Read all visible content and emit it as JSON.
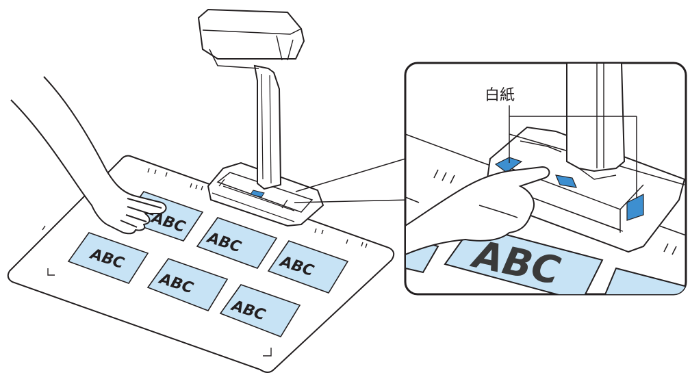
{
  "cards": [
    "ABC",
    "ABC",
    "ABC",
    "ABC",
    "ABC",
    "ABC",
    "ABC"
  ],
  "zoom": {
    "callout_label": "白紙",
    "card_text": "ABC"
  },
  "colors": {
    "card_fill": "#c7e3f5",
    "pad_blue": "#3d8fd0",
    "line": "#231f20",
    "body_fill": "#ffffff"
  },
  "icons": [
    "hand-icon",
    "scanner-icon"
  ]
}
